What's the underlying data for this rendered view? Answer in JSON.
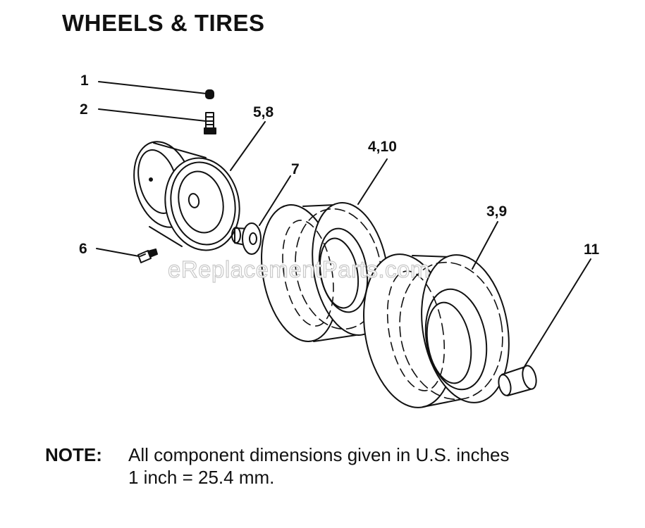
{
  "title": "WHEELS & TIRES",
  "callouts": {
    "c1": "1",
    "c2": "2",
    "c5_8": "5,8",
    "c7": "7",
    "c4_10": "4,10",
    "c3_9": "3,9",
    "c6": "6",
    "c11": "11"
  },
  "watermark": "eReplacementParts.com",
  "note": {
    "label": "NOTE:",
    "line1": "All component dimensions given in U.S. inches",
    "line2": "1 inch = 25.4 mm."
  }
}
